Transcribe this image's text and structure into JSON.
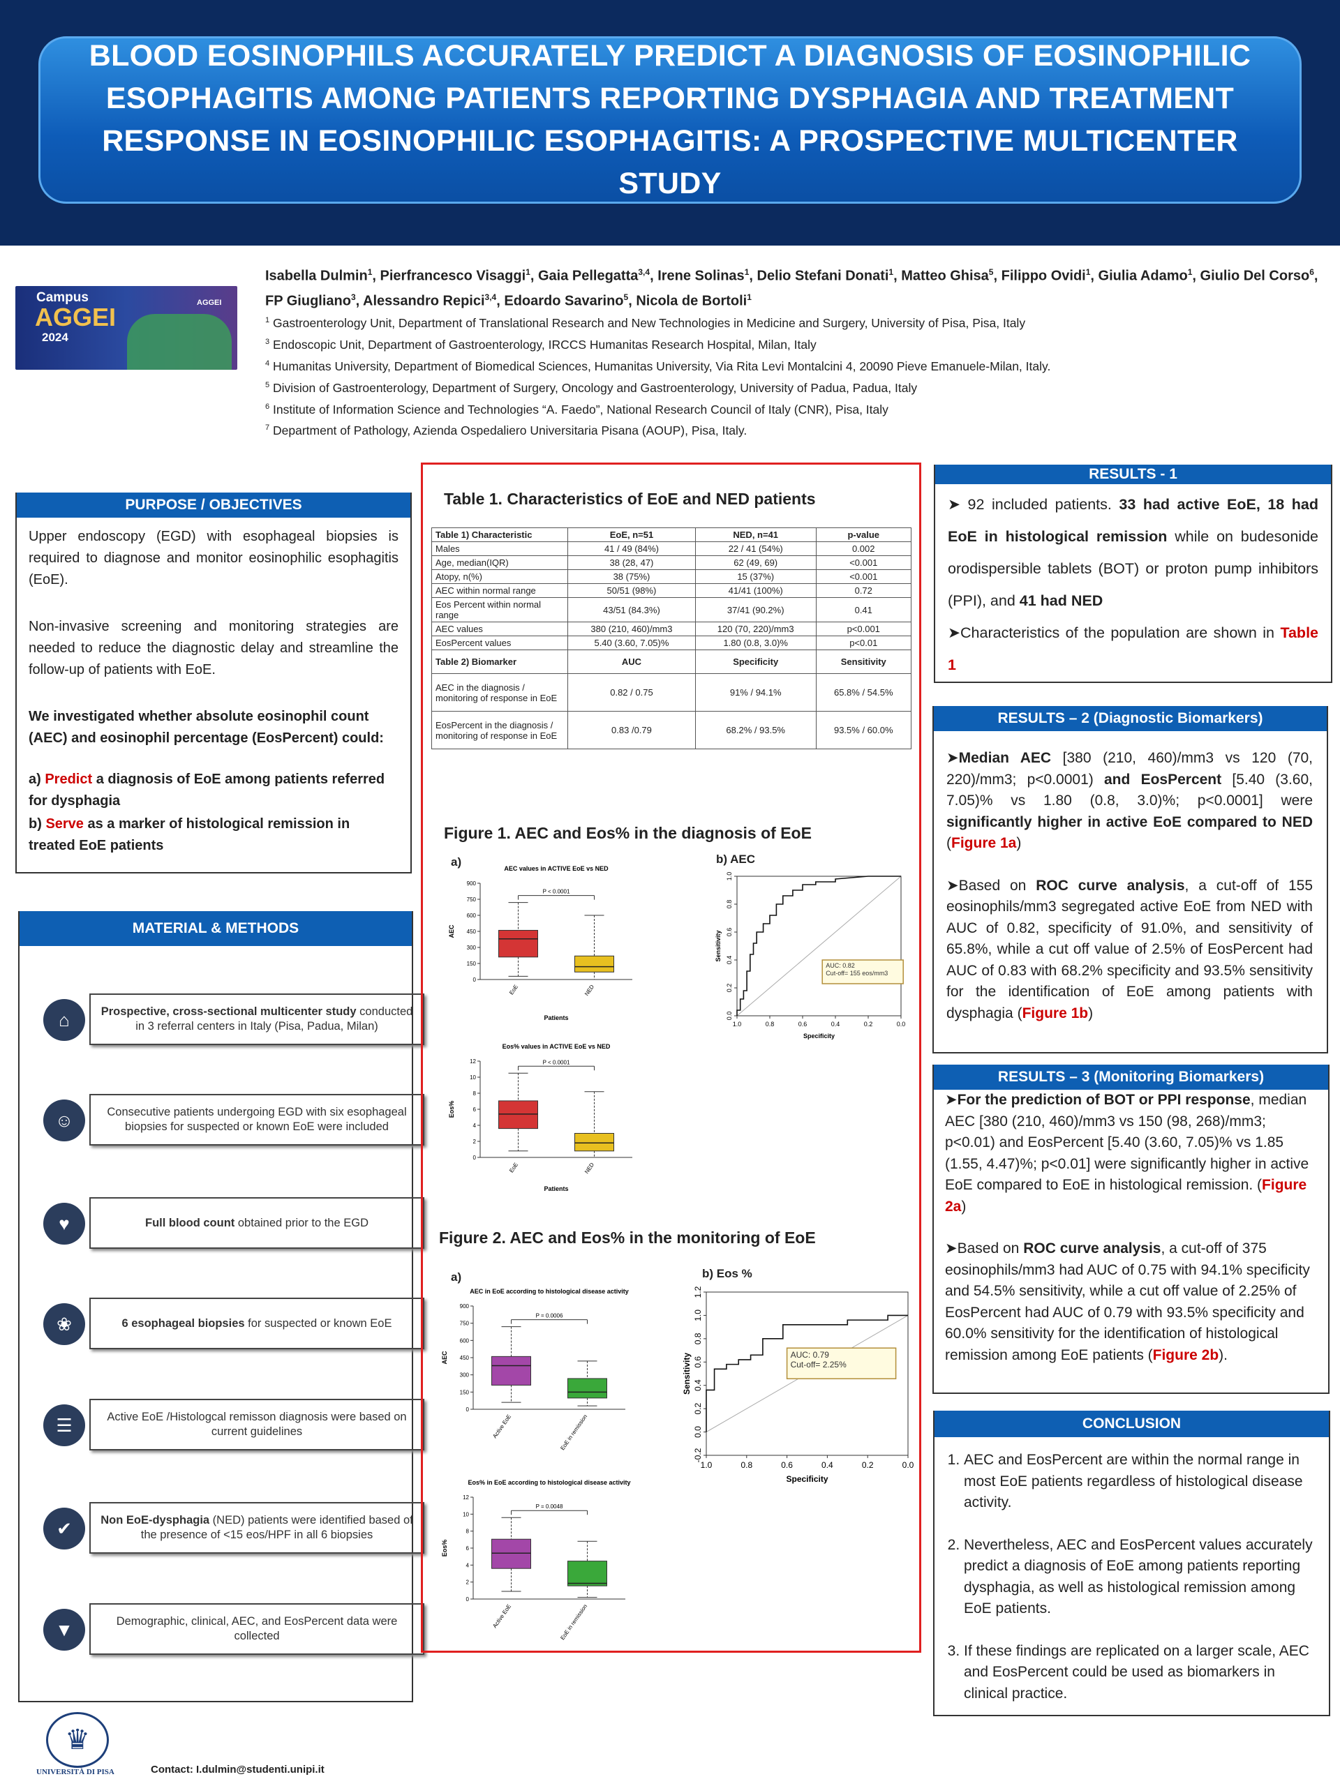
{
  "title": "BLOOD EOSINOPHILS ACCURATELY PREDICT A DIAGNOSIS OF EOSINOPHILIC ESOPHAGITIS AMONG PATIENTS REPORTING DYSPHAGIA AND TREATMENT RESPONSE IN EOSINOPHILIC ESOPHAGITIS: A PROSPECTIVE MULTICENTER STUDY",
  "logo": {
    "line1": "Campus",
    "line2": "AGGEI",
    "line3": "2024",
    "badge": "AGGEI"
  },
  "authors": {
    "names": [
      [
        "Isabella Dulmin",
        "1"
      ],
      [
        "Pierfrancesco Visaggi",
        "1"
      ],
      [
        "Gaia Pellegatta",
        "3,4"
      ],
      [
        "Irene Solinas",
        "1"
      ],
      [
        "Delio Stefani Donati",
        "1"
      ],
      [
        "Matteo Ghisa",
        "5"
      ],
      [
        "Filippo Ovidi",
        "1"
      ],
      [
        "Giulia Adamo",
        "1"
      ],
      [
        "Giulio Del Corso",
        "6"
      ],
      [
        "FP Giugliano",
        "3"
      ],
      [
        "Alessandro Repici",
        "3,4"
      ],
      [
        "Edoardo Savarino",
        "5"
      ],
      [
        "Nicola de Bortoli",
        "1"
      ]
    ],
    "affiliations": [
      [
        "1",
        "Gastroenterology Unit, Department of Translational Research and New Technologies in Medicine and Surgery, University of Pisa, Pisa, Italy"
      ],
      [
        "3",
        "Endoscopic Unit, Department of Gastroenterology, IRCCS Humanitas Research Hospital, Milan, Italy"
      ],
      [
        "4",
        "Humanitas University, Department of Biomedical Sciences, Humanitas University, Via Rita Levi Montalcini 4, 20090 Pieve Emanuele-Milan, Italy."
      ],
      [
        "5",
        "Division of Gastroenterology, Department of Surgery, Oncology and Gastroenterology, University of Padua, Padua, Italy"
      ],
      [
        "6",
        "Institute of Information Science and Technologies “A. Faedo”, National Research Council of Italy (CNR), Pisa, Italy"
      ],
      [
        "7",
        "Department of Pathology, Azienda Ospedaliero Universitaria Pisana (AOUP), Pisa, Italy."
      ]
    ]
  },
  "purpose": {
    "header": "PURPOSE / OBJECTIVES",
    "p1": "Upper endoscopy (EGD) with esophageal biopsies is required to diagnose and monitor eosinophilic esophagitis (EoE).",
    "p2": "Non-invasive screening and monitoring strategies are needed to reduce the diagnostic delay and streamline the follow-up of patients with EoE.",
    "p3": "We investigated whether absolute eosinophil count (AEC) and eosinophil percentage (EosPercent) could:",
    "a_prefix": "a) ",
    "a_red": "Predict",
    "a_rest": " a diagnosis of EoE among patients referred for dysphagia",
    "b_prefix": "b) ",
    "b_red": "Serve",
    "b_rest": " as a marker of histological remission in treated EoE patients"
  },
  "methods": {
    "header": "MATERIAL & METHODS",
    "items": [
      {
        "icon": "hospital-icon",
        "glyph": "⌂",
        "bold": "Prospective, cross-sectional multicenter study",
        "rest": " conducted in 3 referral centers in Italy (Pisa, Padua, Milan)"
      },
      {
        "icon": "patients-icon",
        "glyph": "☺",
        "bold": "",
        "rest": "Consecutive patients undergoing EGD with six esophageal biopsies for suspected or known EoE were included"
      },
      {
        "icon": "blood-drop-icon",
        "glyph": "♥",
        "bold": "Full blood count",
        "rest": " obtained prior to the EGD"
      },
      {
        "icon": "stomach-icon",
        "glyph": "❀",
        "bold": "6 esophageal biopsies",
        "rest": " for suspected or known EoE"
      },
      {
        "icon": "guidelines-icon",
        "glyph": "☰",
        "bold": "",
        "rest": "Active EoE /Histologcal remisson diagnosis were based on current guidelines"
      },
      {
        "icon": "checkmark-icon",
        "glyph": "✔",
        "bold": "Non EoE-dysphagia",
        "rest": " (NED) patients were identified based of the presence of <15 eos/HPF in all 6 biopsies"
      },
      {
        "icon": "data-funnel-icon",
        "glyph": "▼",
        "bold": "",
        "rest": "Demographic, clinical, AEC, and EosPercent data were collected"
      }
    ]
  },
  "table1": {
    "title": "Table 1. Characteristics of EoE and NED patients",
    "headers": [
      "Table 1) Characteristic",
      "EoE, n=51",
      "NED, n=41",
      "p-value"
    ],
    "rows": [
      [
        "Males",
        "41 / 49 (84%)",
        "22 / 41 (54%)",
        "0.002"
      ],
      [
        "Age, median(IQR)",
        "38 (28, 47)",
        "62 (49, 69)",
        "<0.001"
      ],
      [
        "Atopy, n(%)",
        "38 (75%)",
        "15 (37%)",
        "<0.001"
      ],
      [
        "AEC within normal range",
        "50/51 (98%)",
        "41/41 (100%)",
        "0.72"
      ],
      [
        "Eos Percent within normal range",
        "43/51 (84.3%)",
        "37/41 (90.2%)",
        "0.41"
      ],
      [
        "AEC values",
        "380 (210, 460)/mm3",
        "120 (70, 220)/mm3",
        "p<0.001"
      ],
      [
        "EosPercent values",
        "5.40 (3.60, 7.05)%",
        "1.80 (0.8, 3.0)%",
        "p<0.01"
      ]
    ],
    "headers2": [
      "Table 2) Biomarker",
      "AUC",
      "Specificity",
      "Sensitivity"
    ],
    "rows2": [
      [
        "AEC in the diagnosis / monitoring of response in EoE",
        "0.82 / 0.75",
        "91% / 94.1%",
        "65.8% / 54.5%"
      ],
      [
        "EosPercent in the diagnosis / monitoring of response in EoE",
        "0.83 /0.79",
        "68.2% / 93.5%",
        "93.5% / 60.0%"
      ]
    ]
  },
  "fig1": {
    "title": "Figure 1. AEC and Eos% in the diagnosis of EoE",
    "panel_a": "a)",
    "panel_b": "b) AEC"
  },
  "fig2": {
    "title": "Figure 2. AEC and Eos% in the monitoring of EoE",
    "panel_a": "a)",
    "panel_b": "b) Eos %"
  },
  "chart_data": [
    {
      "type": "box",
      "title": "AEC values in ACTIVE EoE vs NED",
      "xlabel": "Patients",
      "ylabel": "AEC",
      "categories": [
        "EoE",
        "NED"
      ],
      "ylim": [
        0,
        900
      ],
      "yticks": [
        0,
        150,
        300,
        450,
        600,
        750,
        900
      ],
      "boxes": [
        {
          "name": "EoE",
          "min": 30,
          "q1": 210,
          "median": 380,
          "q3": 460,
          "max": 720,
          "color": "#d43535"
        },
        {
          "name": "NED",
          "min": 0,
          "q1": 70,
          "median": 120,
          "q3": 220,
          "max": 600,
          "color": "#e8c020"
        }
      ],
      "annotation": "P < 0.0001"
    },
    {
      "type": "box",
      "title": "Eos% values in ACTIVE EoE vs NED",
      "xlabel": "Patients",
      "ylabel": "Eos%",
      "categories": [
        "EoE",
        "NED"
      ],
      "ylim": [
        0,
        12
      ],
      "yticks": [
        0,
        2,
        4,
        6,
        8,
        10,
        12
      ],
      "boxes": [
        {
          "name": "EoE",
          "min": 0.8,
          "q1": 3.6,
          "median": 5.4,
          "q3": 7.05,
          "max": 10.5,
          "color": "#d43535"
        },
        {
          "name": "NED",
          "min": 0,
          "q1": 0.8,
          "median": 1.8,
          "q3": 3.0,
          "max": 8.2,
          "color": "#e8c020"
        }
      ],
      "annotation": "P < 0.0001"
    },
    {
      "type": "line",
      "title": "",
      "xlabel": "Specificity",
      "ylabel": "Sensitivity",
      "xlim": [
        1.0,
        0.0
      ],
      "ylim": [
        0,
        1.0
      ],
      "xticks": [
        1.0,
        0.8,
        0.6,
        0.4,
        0.2,
        0.0
      ],
      "yticks": [
        0.0,
        0.2,
        0.4,
        0.6,
        0.8,
        1.0
      ],
      "x": [
        1.0,
        1.0,
        0.98,
        0.98,
        0.96,
        0.96,
        0.94,
        0.94,
        0.92,
        0.92,
        0.9,
        0.9,
        0.88,
        0.88,
        0.84,
        0.84,
        0.8,
        0.8,
        0.76,
        0.76,
        0.72,
        0.72,
        0.66,
        0.66,
        0.6,
        0.6,
        0.52,
        0.52,
        0.4,
        0.4,
        0.2,
        0.0
      ],
      "y": [
        0.0,
        0.04,
        0.04,
        0.12,
        0.12,
        0.18,
        0.18,
        0.32,
        0.32,
        0.44,
        0.44,
        0.52,
        0.52,
        0.6,
        0.6,
        0.66,
        0.66,
        0.72,
        0.72,
        0.8,
        0.8,
        0.86,
        0.86,
        0.9,
        0.9,
        0.94,
        0.94,
        0.96,
        0.96,
        0.98,
        1.0,
        1.0
      ],
      "annotation": [
        "AUC: 0.82",
        "Cut-off= 155 eos/mm3"
      ]
    },
    {
      "type": "box",
      "title": "AEC in EoE according to histological disease activity",
      "xlabel": "",
      "ylabel": "AEC",
      "categories": [
        "Active EoE",
        "EoE in remission"
      ],
      "ylim": [
        0,
        900
      ],
      "yticks": [
        0,
        150,
        300,
        450,
        600,
        750,
        900
      ],
      "boxes": [
        {
          "name": "Active EoE",
          "min": 60,
          "q1": 210,
          "median": 380,
          "q3": 460,
          "max": 720,
          "color": "#a347a8"
        },
        {
          "name": "EoE in remission",
          "min": 30,
          "q1": 98,
          "median": 150,
          "q3": 268,
          "max": 420,
          "color": "#3aa83a"
        }
      ],
      "annotation": "P = 0.0006"
    },
    {
      "type": "box",
      "title": "Eos% in EoE according to histological disease activity",
      "xlabel": "",
      "ylabel": "Eos%",
      "categories": [
        "Active EoE",
        "EoE in remission"
      ],
      "ylim": [
        0,
        12
      ],
      "yticks": [
        0,
        2,
        4,
        6,
        8,
        10,
        12
      ],
      "boxes": [
        {
          "name": "Active EoE",
          "min": 0.9,
          "q1": 3.6,
          "median": 5.4,
          "q3": 7.05,
          "max": 9.6,
          "color": "#a347a8"
        },
        {
          "name": "EoE in remission",
          "min": 0.2,
          "q1": 1.55,
          "median": 1.85,
          "q3": 4.47,
          "max": 6.8,
          "color": "#3aa83a"
        }
      ],
      "annotation": "P = 0.0048"
    },
    {
      "type": "line",
      "title": "",
      "xlabel": "Specificity",
      "ylabel": "Sensitivity",
      "xlim": [
        1.0,
        0.0
      ],
      "ylim": [
        -0.2,
        1.2
      ],
      "xticks": [
        1.0,
        0.8,
        0.6,
        0.4,
        0.2,
        0.0
      ],
      "yticks": [
        -0.2,
        0.0,
        0.2,
        0.4,
        0.6,
        0.8,
        1.0,
        1.2
      ],
      "x": [
        1.0,
        1.0,
        0.96,
        0.96,
        0.9,
        0.9,
        0.84,
        0.84,
        0.78,
        0.78,
        0.72,
        0.72,
        0.62,
        0.62,
        0.55,
        0.55,
        0.3,
        0.3,
        0.1,
        0.1,
        0.0
      ],
      "y": [
        0.0,
        0.36,
        0.36,
        0.54,
        0.54,
        0.58,
        0.58,
        0.62,
        0.62,
        0.66,
        0.66,
        0.8,
        0.8,
        0.92,
        0.92,
        0.92,
        0.92,
        0.96,
        0.96,
        1.0,
        1.0
      ],
      "annotation": [
        "AUC: 0.79",
        "Cut-off= 2.25%"
      ]
    }
  ],
  "results1": {
    "header": "RESULTS - 1",
    "l1_a": "92 included patients. ",
    "l1_b": "33 had active EoE, 18 had EoE in histological remission",
    "l1_c": " while on budesonide orodispersible tablets (BOT) or proton pump inhibitors (PPI), and ",
    "l1_d": "41 had NED",
    "l2_a": "Characteristics of the population are shown in ",
    "l2_red": "Table 1"
  },
  "results2": {
    "header": "RESULTS – 2 (Diagnostic Biomarkers)",
    "p1_b1": "Median AEC",
    "p1_t1": " [380 (210, 460)/mm3 vs 120 (70, 220)/mm3; p<0.0001) ",
    "p1_b2": "and EosPercent",
    "p1_t2": " [5.40 (3.60, 7.05)% vs 1.80 (0.8, 3.0)%; p<0.0001] were ",
    "p1_b3": "significantly higher in active EoE compared to NED",
    "p1_t3": " (",
    "p1_red": "Figure 1a",
    "p1_t4": ")",
    "p2_t1": "Based on ",
    "p2_b1": "ROC curve analysis",
    "p2_t2": ", a cut-off of 155 eosinophils/mm3 segregated active EoE from NED with AUC of 0.82, specificity of 91.0%, and sensitivity of 65.8%, while a cut off value of 2.5% of EosPercent had AUC of 0.83 with 68.2% specificity and 93.5% sensitivity for the identification of EoE among patients with dysphagia (",
    "p2_red": "Figure 1b",
    "p2_t3": ")"
  },
  "results3": {
    "header": "RESULTS – 3 (Monitoring Biomarkers)",
    "p1_b1": "For the prediction of BOT or PPI response",
    "p1_t1": ", median AEC [380 (210, 460)/mm3 vs 150 (98, 268)/mm3; p<0.01) and EosPercent [5.40 (3.60, 7.05)% vs 1.85 (1.55, 4.47)%; p<0.01] were significantly higher in active EoE compared to EoE in histological remission. (",
    "p1_red": "Figure 2a",
    "p1_t2": ")",
    "p2_t1": "Based on ",
    "p2_b1": "ROC curve analysis",
    "p2_t2": ", a cut-off of 375 eosinophils/mm3 had AUC of 0.75 with 94.1% specificity and 54.5% sensitivity, while a cut off value of 2.25% of EosPercent had AUC of 0.79 with 93.5% specificity and 60.0% sensitivity for the identification of histological remission among EoE patients (",
    "p2_red": "Figure 2b",
    "p2_t3": ")."
  },
  "conclusion": {
    "header": "CONCLUSION",
    "items": [
      "AEC and EosPercent are within the normal range in most EoE patients regardless of histological disease activity.",
      "Nevertheless, AEC and EosPercent values accurately predict a diagnosis of EoE among patients reporting dysphagia, as well as histological remission among EoE patients.",
      "If these findings are replicated on a larger scale, AEC and EosPercent could be used as biomarkers in clinical practice."
    ]
  },
  "university": "UNIVERSITÀ DI PISA",
  "contact": "Contact: I.dulmin@studenti.unipi.it",
  "colors": {
    "header_bg": "#0c2a5e",
    "bar_blue": "#0e5fb3",
    "accent_red": "#cc0000"
  }
}
